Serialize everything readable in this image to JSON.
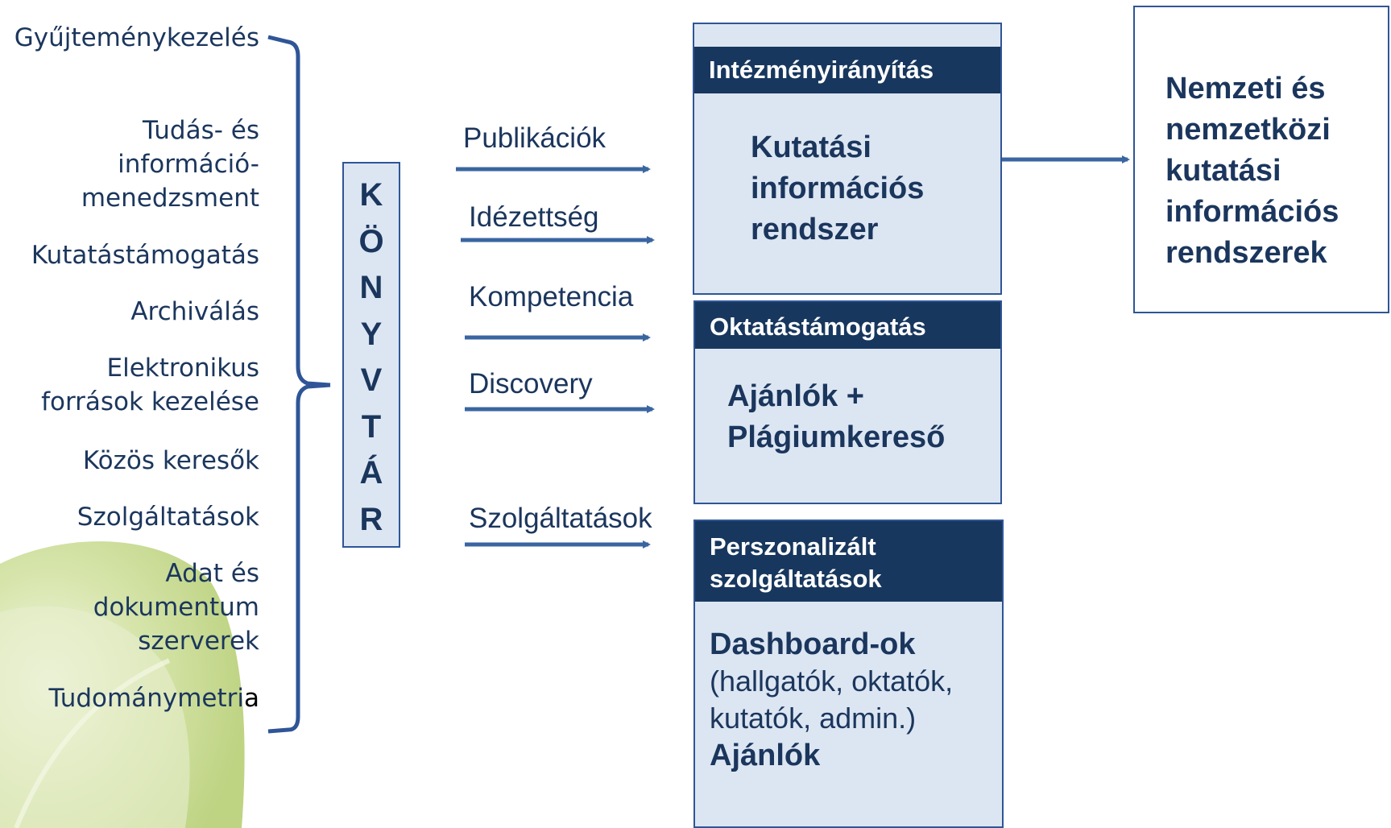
{
  "left_list": [
    {
      "lines": [
        "Gyűjteménykezelés"
      ]
    },
    {
      "lines": [
        "Tudás- és",
        "információ-",
        "menedzsment"
      ]
    },
    {
      "lines": [
        "Kutatástámogatás"
      ]
    },
    {
      "lines": [
        "Archiválás"
      ]
    },
    {
      "lines": [
        "Elektronikus",
        "források kezelése"
      ]
    },
    {
      "lines": [
        "Közös keresők"
      ]
    },
    {
      "lines": [
        "Szolgáltatások"
      ]
    },
    {
      "lines": [
        "Adat és",
        "dokumentum",
        "szerverek"
      ]
    },
    {
      "lines": [
        "Tudománymetri"
      ],
      "tail": "a"
    }
  ],
  "library": {
    "letters": [
      "K",
      "Ö",
      "N",
      "Y",
      "V",
      "T",
      "Á",
      "R"
    ]
  },
  "flows": [
    {
      "label": "Publikációk"
    },
    {
      "label": "Idézettség"
    },
    {
      "label": "Kompetencia"
    },
    {
      "label": "Discovery"
    },
    {
      "label": "Szolgáltatások"
    }
  ],
  "panels": {
    "research": {
      "header": "Intézményirányítás",
      "body_lines": [
        "Kutatási",
        "információs",
        "rendszer"
      ]
    },
    "education": {
      "header": "Oktatástámogatás",
      "body_lines": [
        "Ajánlók +",
        "Plágiumkereső"
      ]
    },
    "personal": {
      "header_lines": [
        "Perszonalizált",
        "szolgáltatások"
      ],
      "body_title": "Dashboard-ok",
      "body_lines": [
        "(hallgatók, oktatók,",
        "kutatók, admin.)"
      ],
      "body_footer": "Ajánlók"
    }
  },
  "national": {
    "lines": [
      "Nemzeti és",
      "nemzetközi",
      "kutatási",
      "információs",
      "rendszerek"
    ]
  },
  "colors": {
    "navy": "#17375e",
    "text": "#1b365d",
    "box_fill": "#dce6f2",
    "border": "#2f5597",
    "arrow": "#3a66a0",
    "leaf": "#c5d88a"
  }
}
